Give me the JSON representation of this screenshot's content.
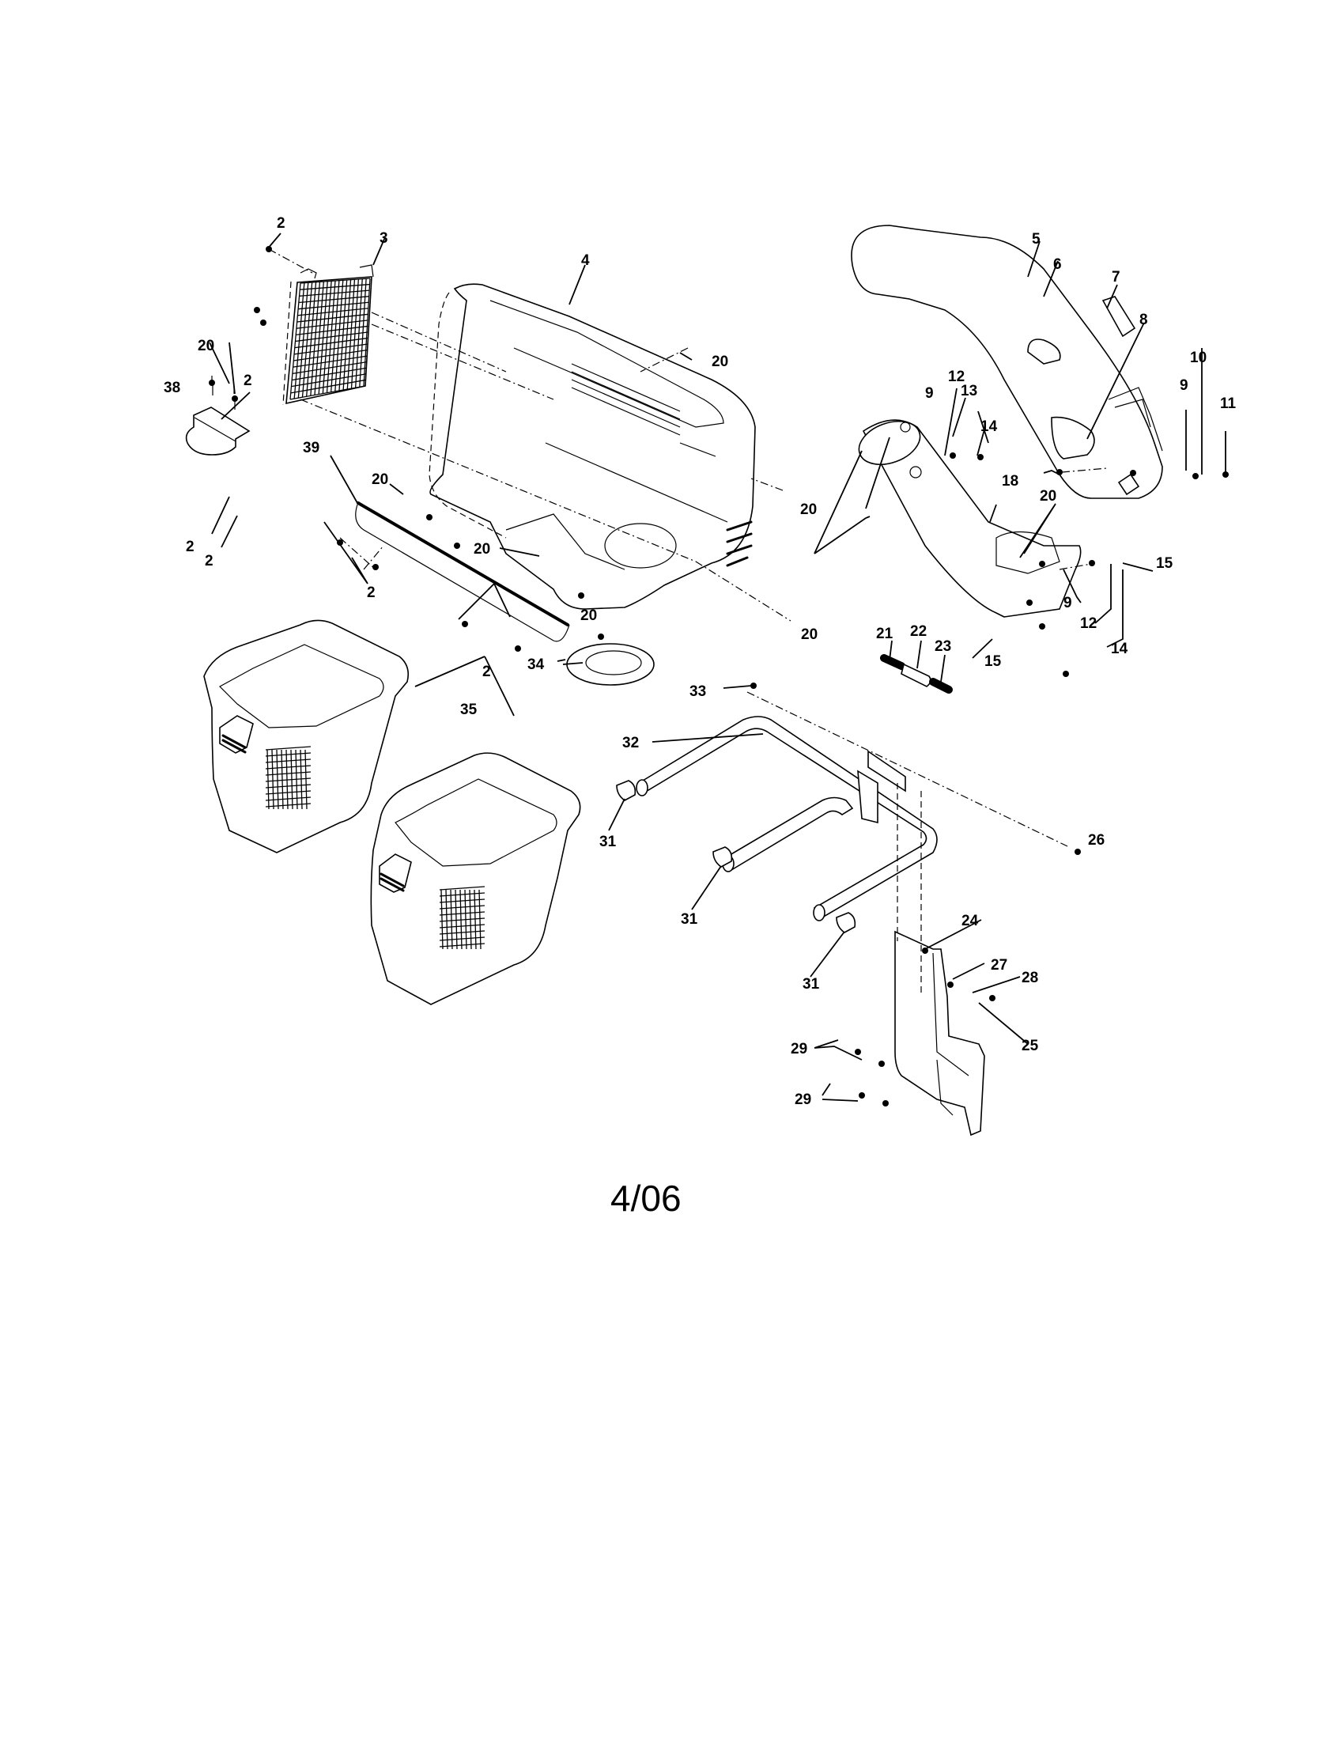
{
  "document": {
    "type": "exploded parts diagram",
    "date_code": "4/06"
  },
  "callouts": [
    {
      "id": "c2a",
      "label": "2"
    },
    {
      "id": "c3",
      "label": "3"
    },
    {
      "id": "c4",
      "label": "4"
    },
    {
      "id": "c5",
      "label": "5"
    },
    {
      "id": "c6",
      "label": "6"
    },
    {
      "id": "c7",
      "label": "7"
    },
    {
      "id": "c8",
      "label": "8"
    },
    {
      "id": "c20a",
      "label": "20"
    },
    {
      "id": "c20b",
      "label": "20"
    },
    {
      "id": "c2b",
      "label": "2"
    },
    {
      "id": "c38",
      "label": "38"
    },
    {
      "id": "c10",
      "label": "10"
    },
    {
      "id": "c9a",
      "label": "9"
    },
    {
      "id": "c11",
      "label": "11"
    },
    {
      "id": "c12a",
      "label": "12"
    },
    {
      "id": "c13",
      "label": "13"
    },
    {
      "id": "c9b",
      "label": "9"
    },
    {
      "id": "c14a",
      "label": "14"
    },
    {
      "id": "c39",
      "label": "39"
    },
    {
      "id": "c20c",
      "label": "20"
    },
    {
      "id": "c20d",
      "label": "20"
    },
    {
      "id": "c18",
      "label": "18"
    },
    {
      "id": "c20e",
      "label": "20"
    },
    {
      "id": "c2c",
      "label": "2"
    },
    {
      "id": "c2d",
      "label": "2"
    },
    {
      "id": "c20f",
      "label": "20"
    },
    {
      "id": "c15a",
      "label": "15"
    },
    {
      "id": "c2e",
      "label": "2"
    },
    {
      "id": "c9c",
      "label": "9"
    },
    {
      "id": "c20g",
      "label": "20"
    },
    {
      "id": "c21",
      "label": "21"
    },
    {
      "id": "c22",
      "label": "22"
    },
    {
      "id": "c23",
      "label": "23"
    },
    {
      "id": "c12b",
      "label": "12"
    },
    {
      "id": "c20h",
      "label": "20"
    },
    {
      "id": "c2f",
      "label": "2"
    },
    {
      "id": "c15b",
      "label": "15"
    },
    {
      "id": "c14b",
      "label": "14"
    },
    {
      "id": "c34",
      "label": "34"
    },
    {
      "id": "c33",
      "label": "33"
    },
    {
      "id": "c35",
      "label": "35"
    },
    {
      "id": "c32",
      "label": "32"
    },
    {
      "id": "c31a",
      "label": "31"
    },
    {
      "id": "c26",
      "label": "26"
    },
    {
      "id": "c31b",
      "label": "31"
    },
    {
      "id": "c24",
      "label": "24"
    },
    {
      "id": "c27",
      "label": "27"
    },
    {
      "id": "c28",
      "label": "28"
    },
    {
      "id": "c31c",
      "label": "31"
    },
    {
      "id": "c25",
      "label": "25"
    },
    {
      "id": "c29a",
      "label": "29"
    },
    {
      "id": "c29b",
      "label": "29"
    }
  ],
  "parts": [
    {
      "name": "bag-screen",
      "ref": "3"
    },
    {
      "name": "bagger-hood",
      "ref": "4"
    },
    {
      "name": "chute-tube",
      "ref": "5"
    },
    {
      "name": "upper-adapter-tube",
      "ref": "18"
    },
    {
      "name": "deflector-plate",
      "ref": "38"
    },
    {
      "name": "cross-bar",
      "ref": "39"
    },
    {
      "name": "gasket-ring",
      "ref": "34"
    },
    {
      "name": "grass-bag",
      "ref": "35"
    },
    {
      "name": "frame-tube",
      "ref": "32"
    },
    {
      "name": "mount-bracket",
      "ref": "24"
    },
    {
      "name": "spring-assembly",
      "ref": "21-23"
    }
  ]
}
